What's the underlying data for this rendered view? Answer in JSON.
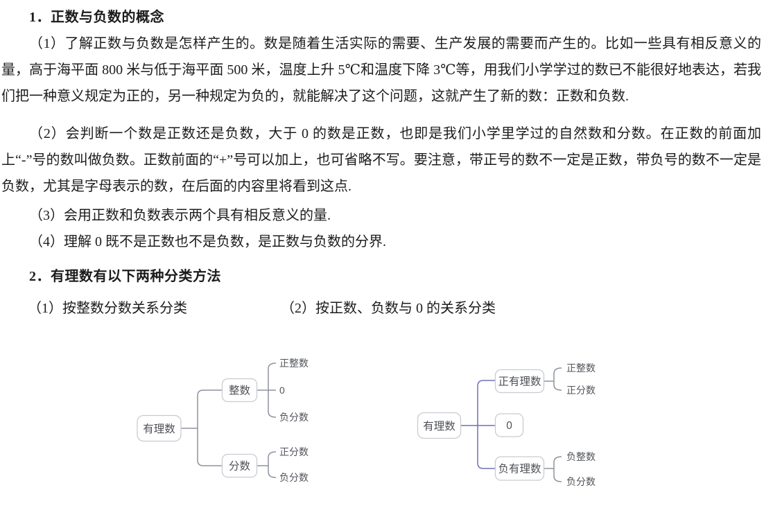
{
  "sections": {
    "heading1": "1．正数与负数的概念",
    "para1": "（1）了解正数与负数是怎样产生的。数是随着生活实际的需要、生产发展的需要而产生的。比如一些具有相反意义的量，高于海平面 800 米与低于海平面 500 米，温度上升 5℃和温度下降 3℃等，用我们小学学过的数已不能很好地表达，若我们把一种意义规定为正的，另一种规定为负的，就能解决了这个问题，这就产生了新的数：正数和负数.",
    "para2": "（2）会判断一个数是正数还是负数，大于 0 的数是正数，也即是我们小学里学过的自然数和分数。在正数的前面加上“-”号的数叫做负数。正数前面的“+”号可以加上，也可省略不写。要注意，带正号的数不一定是正数，带负号的数不一定是负数，尤其是字母表示的数，在后面的内容里将看到这点.",
    "para3": "（3）会用正数和负数表示两个具有相反意义的量.",
    "para4": "（4）理解 0 既不是正数也不是负数，是正数与负数的分界.",
    "heading2": "2．有理数有以下两种分类方法",
    "subheading_left": "（1）按整数分数关系分类",
    "subheading_right": "（2）按正数、负数与 0 的关系分类"
  },
  "diagram_left": {
    "root": "有理数",
    "branches": [
      {
        "label": "整数",
        "leaves": [
          "正整数",
          "0",
          "负分数"
        ]
      },
      {
        "label": "分数",
        "leaves": [
          "正分数",
          "负分数"
        ]
      }
    ]
  },
  "diagram_right": {
    "root": "有理数",
    "branches": [
      {
        "label": "正有理数",
        "leaves": [
          "正整数",
          "正分数"
        ]
      },
      {
        "label": "0",
        "leaves": []
      },
      {
        "label": "负有理数",
        "leaves": [
          "负整数",
          "负分数"
        ]
      }
    ]
  },
  "colors": {
    "text": "#1c1c1c",
    "diagram_box_border": "#c9cbd2",
    "diagram_line": "#8e92a0",
    "diagram_trunk_accent": "#6f71b3",
    "diagram_label": "#4e5056"
  }
}
